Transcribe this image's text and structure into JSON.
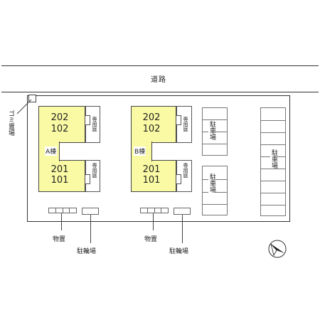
{
  "road": {
    "label": "道路"
  },
  "garbage": {
    "label": "ゴミ置場"
  },
  "buildings": [
    {
      "name": "A棟",
      "units_top": [
        "202",
        "102"
      ],
      "units_bottom": [
        "201",
        "101"
      ],
      "garden_label": "専用庭"
    },
    {
      "name": "B棟",
      "units_top": [
        "202",
        "102"
      ],
      "units_bottom": [
        "201",
        "101"
      ],
      "garden_label": "専用庭"
    }
  ],
  "parking": {
    "label": "駐車場"
  },
  "storage": {
    "label": "物置"
  },
  "bicycle": {
    "label": "駐輪場"
  },
  "north_arrow": {
    "icon": "north-arrow-icon"
  },
  "colors": {
    "unit_fill": "#fafaa4"
  }
}
